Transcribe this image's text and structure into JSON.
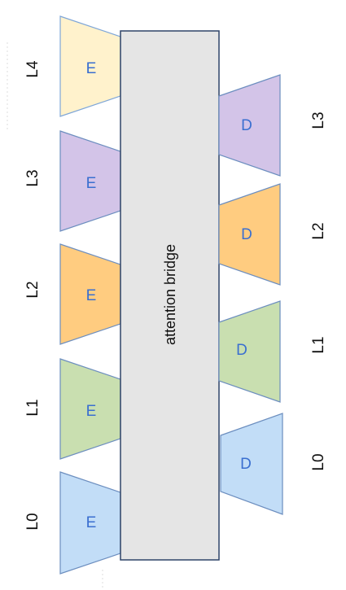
{
  "bridge": {
    "label": "attention bridge",
    "fill": "#e5e5e5",
    "stroke": "#2f4468"
  },
  "encoders": [
    {
      "lang": "L4",
      "letter": "E",
      "fill": "#fff2cc",
      "stroke": "#7ea6d8"
    },
    {
      "lang": "L3",
      "letter": "E",
      "fill": "#d3c4e8",
      "stroke": "#6c8ebf"
    },
    {
      "lang": "L2",
      "letter": "E",
      "fill": "#ffcc80",
      "stroke": "#6c8ebf"
    },
    {
      "lang": "L1",
      "letter": "E",
      "fill": "#c9dfb0",
      "stroke": "#6c8ebf"
    },
    {
      "lang": "L0",
      "letter": "E",
      "fill": "#c2ddf7",
      "stroke": "#6c8ebf"
    }
  ],
  "decoders": [
    {
      "lang": "L3",
      "letter": "D",
      "fill": "#d3c4e8",
      "stroke": "#6c8ebf"
    },
    {
      "lang": "L2",
      "letter": "D",
      "fill": "#ffcc80",
      "stroke": "#6c8ebf"
    },
    {
      "lang": "L1",
      "letter": "D",
      "fill": "#c9dfb0",
      "stroke": "#6c8ebf"
    },
    {
      "lang": "L0",
      "letter": "D",
      "fill": "#c2ddf7",
      "stroke": "#6c8ebf"
    }
  ],
  "letter_color": "#3a6fd0"
}
